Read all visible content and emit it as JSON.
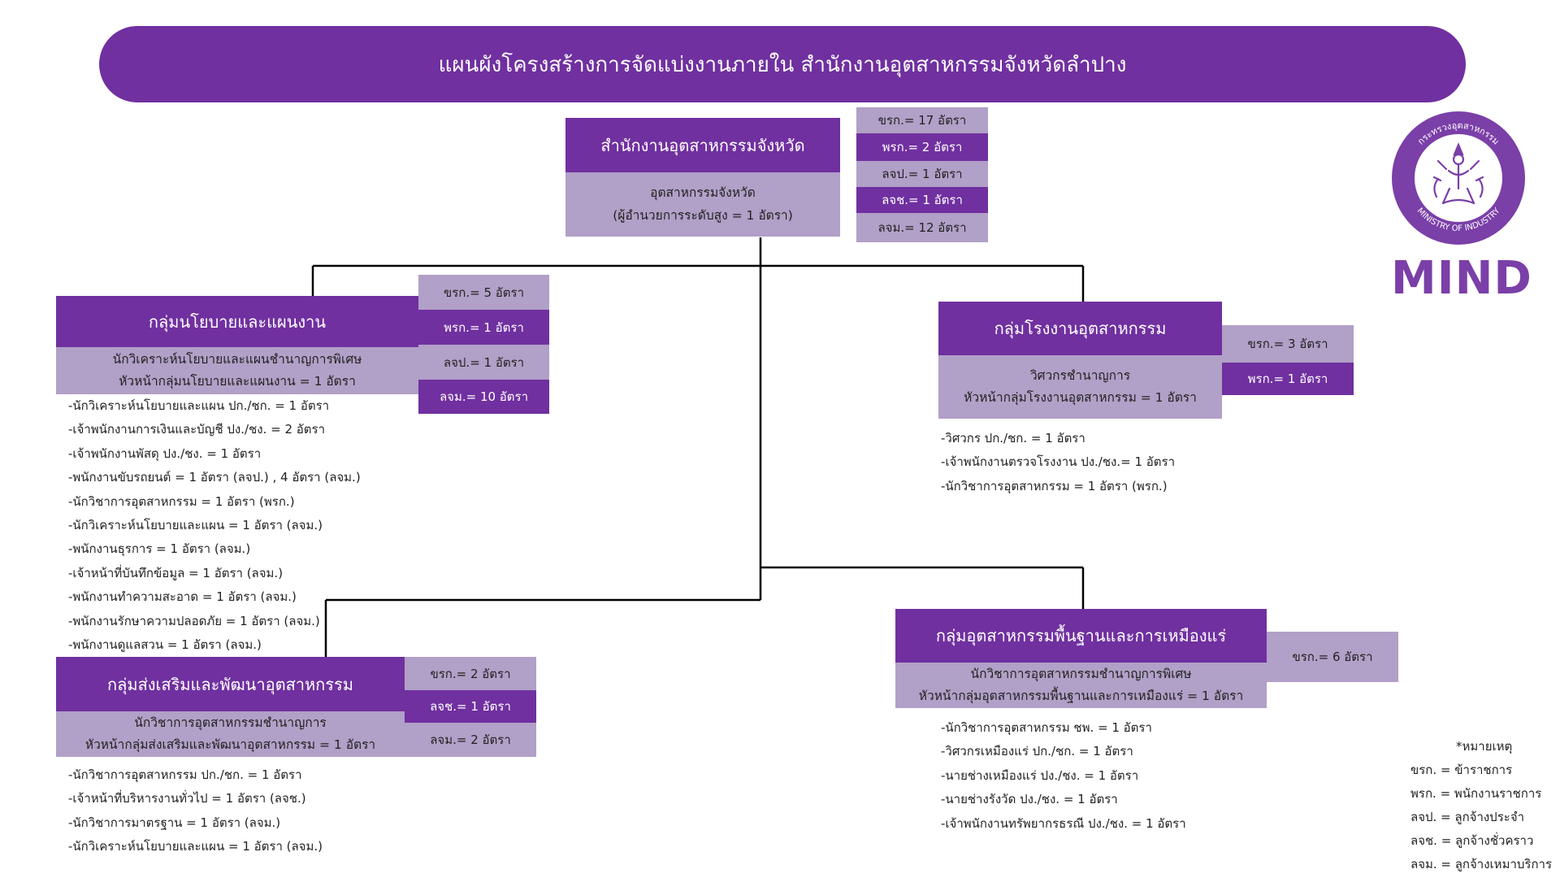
{
  "title": "แผนผังโครงสร้างการจัดแบ่งงานภายใน สำนักงานอุตสาหกรรมจังหวัดลำปาง",
  "colors": {
    "accent": "#7030a0",
    "accent_light": "#b1a0c7"
  },
  "top_office": {
    "name": "สำนักงานอุตสาหกรรมจังหวัด",
    "head_line1": "อุตสาหกรรมจังหวัด",
    "head_line2": "(ผู้อำนวยการระดับสูง = 1 อัตรา)",
    "quotas": [
      "ขรก.= 17 อัตรา",
      "พรก.= 2 อัตรา",
      "ลจป.= 1 อัตรา",
      "ลจช.= 1 อัตรา",
      "ลจม.= 12 อัตรา"
    ]
  },
  "policy_group": {
    "name": "กลุ่มนโยบายและแผนงาน",
    "head_line1": "นักวิเคราะห์นโยบายและแผนชำนาญการพิเศษ",
    "head_line2": "หัวหน้ากลุ่มนโยบายและแผนงาน = 1 อัตรา",
    "quotas": [
      "ขรก.= 5 อัตรา",
      "พรก.= 1 อัตรา",
      "ลจป.= 1 อัตรา",
      "ลจม.= 10 อัตรา"
    ],
    "staff": [
      "-นักวิเคราะห์นโยบายและแผน ปก./ชก. = 1 อัตรา",
      "-เจ้าพนักงานการเงินและบัญชี ปง./ชง. = 2 อัตรา",
      "-เจ้าพนักงานพัสดุ ปง./ชง. = 1 อัตรา",
      "-พนักงานขับรถยนต์ = 1 อัตรา (ลจป.) , 4 อัตรา (ลจม.)",
      "-นักวิชาการอุตสาหกรรม = 1 อัตรา (พรก.)",
      "-นักวิเคราะห์นโยบายและแผน = 1 อัตรา (ลจม.)",
      "-พนักงานธุรการ = 1 อัตรา (ลจม.)",
      "-เจ้าหน้าที่บันทึกข้อมูล = 1 อัตรา (ลจม.)",
      "-พนักงานทำความสะอาด = 1 อัตรา (ลจม.)",
      "-พนักงานรักษาความปลอดภัย = 1 อัตรา (ลจม.)",
      "-พนักงานดูแลสวน = 1 อัตรา (ลจม.)"
    ]
  },
  "factory_group": {
    "name": "กลุ่มโรงงานอุตสาหกรรม",
    "head_line1": "วิศวกรชำนาญการ",
    "head_line2": "หัวหน้ากลุ่มโรงงานอุตสาหกรรม = 1 อัตรา",
    "quotas": [
      "ขรก.= 3 อัตรา",
      "พรก.= 1 อัตรา"
    ],
    "staff": [
      "-วิศวกร ปก./ชก. = 1 อัตรา",
      "-เจ้าพนักงานตรวจโรงงาน ปง./ชง.= 1 อัตรา",
      "-นักวิชาการอุตสาหกรรม = 1 อัตรา (พรก.)"
    ]
  },
  "promotion_group": {
    "name": "กลุ่มส่งเสริมและพัฒนาอุตสาหกรรม",
    "head_line1": "นักวิชาการอุตสาหกรรมชำนาญการ",
    "head_line2": "หัวหน้ากลุ่มส่งเสริมและพัฒนาอุตสาหกรรม = 1 อัตรา",
    "quotas": [
      "ขรก.= 2 อัตรา",
      "ลจช.= 1 อัตรา",
      "ลจม.= 2 อัตรา"
    ],
    "staff": [
      "-นักวิชาการอุตสาหกรรม ปก./ชก. = 1 อัตรา",
      "-เจ้าหน้าที่บริหารงานทั่วไป = 1 อัตรา (ลจช.)",
      "-นักวิชาการมาตรฐาน = 1 อัตรา (ลจม.)",
      "-นักวิเคราะห์นโยบายและแผน = 1 อัตรา (ลจม.)"
    ]
  },
  "mining_group": {
    "name": "กลุ่มอุตสาหกรรมพื้นฐานและการเหมืองแร่",
    "head_line1": "นักวิชาการอุตสาหกรรมชำนาญการพิเศษ",
    "head_line2": "หัวหน้ากลุ่มอุตสาหกรรมพื้นฐานและการเหมืองแร่ = 1 อัตรา",
    "quotas": [
      "ขรก.= 6 อัตรา"
    ],
    "staff": [
      "-นักวิชาการอุตสาหกรรม ชพ. = 1 อัตรา",
      "-วิศวกรเหมืองแร่ ปก./ชก. = 1 อัตรา",
      "-นายช่างเหมืองแร่ ปง./ชง. = 1 อัตรา",
      "-นายช่างรังวัด ปง./ชง. = 1 อัตรา",
      "-เจ้าพนักงานทรัพยากรธรณี ปง./ชง. = 1 อัตรา"
    ]
  },
  "logo": {
    "ring_top_text": "กระทรวงอุตสาหกรรม",
    "ring_bottom_text": "MINISTRY OF INDUSTRY",
    "wordmark": "MIND"
  },
  "legend": {
    "title": "*หมายเหตุ",
    "items": [
      "ขรก. = ข้าราชการ",
      "พรก. = พนักงานราชการ",
      "ลจป. = ลูกจ้างประจำ",
      "ลจช. = ลูกจ้างชั่วคราว",
      "ลจม. = ลูกจ้างเหมาบริการ"
    ]
  }
}
